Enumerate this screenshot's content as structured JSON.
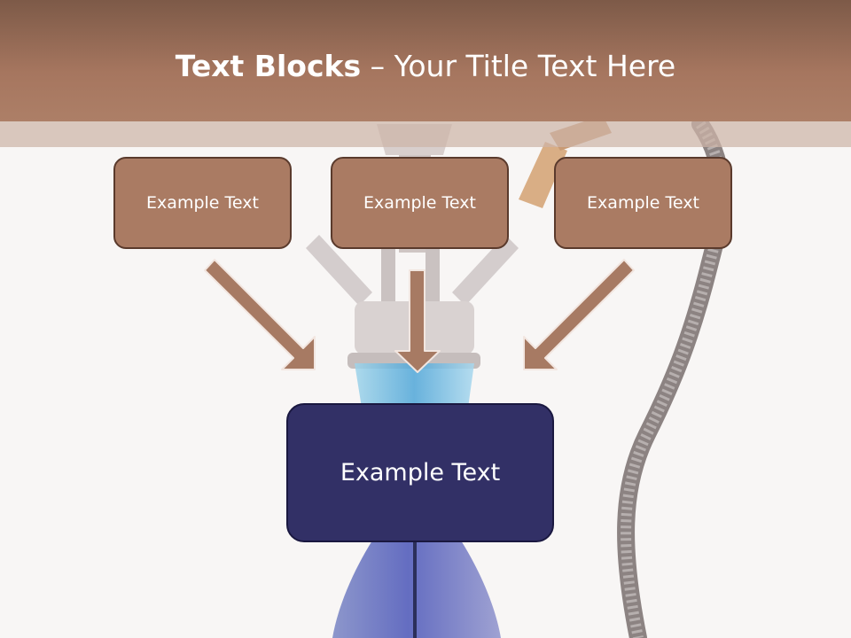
{
  "title": {
    "bold": "Text Blocks",
    "dash": " – ",
    "rest": "Your Title Text Here"
  },
  "boxes": {
    "left": "Example Text",
    "center": "Example Text",
    "right": "Example Text",
    "main": "Example Text"
  },
  "colors": {
    "header": "#a6765f",
    "box_fill": "#aa7b63",
    "main_box_fill": "#323066",
    "arrow": "#aa7b63"
  },
  "background_image": "hookah-photo"
}
